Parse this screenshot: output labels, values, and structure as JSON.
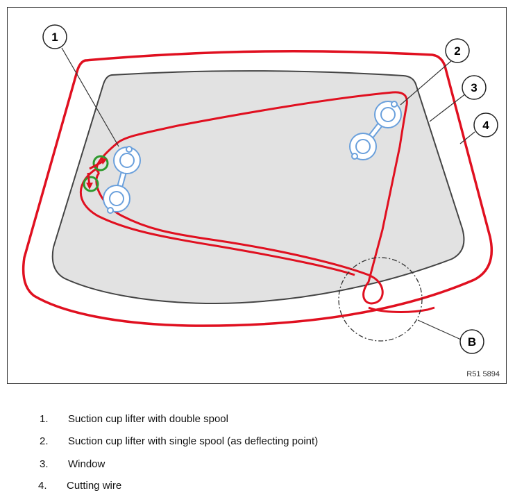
{
  "figure": {
    "code": "R51 5894",
    "callouts": [
      {
        "id": "1",
        "label": "1"
      },
      {
        "id": "2",
        "label": "2"
      },
      {
        "id": "3",
        "label": "3"
      },
      {
        "id": "4",
        "label": "4"
      },
      {
        "id": "B",
        "label": "B"
      }
    ],
    "colors": {
      "cutting_wire": "#e01020",
      "glass_fill": "#e2e2e2",
      "glass_outline": "#444444",
      "suction_cup": "#6aa0dc",
      "marker_circle": "#2e9a2e"
    }
  },
  "legend": [
    {
      "number": "1.",
      "text": "Suction cup lifter with double spool"
    },
    {
      "number": "2.",
      "text": "Suction cup lifter with single spool (as deflecting point)"
    },
    {
      "number": "3.",
      "text": "Window"
    },
    {
      "number": "4.",
      "text": "Cutting wire"
    }
  ]
}
